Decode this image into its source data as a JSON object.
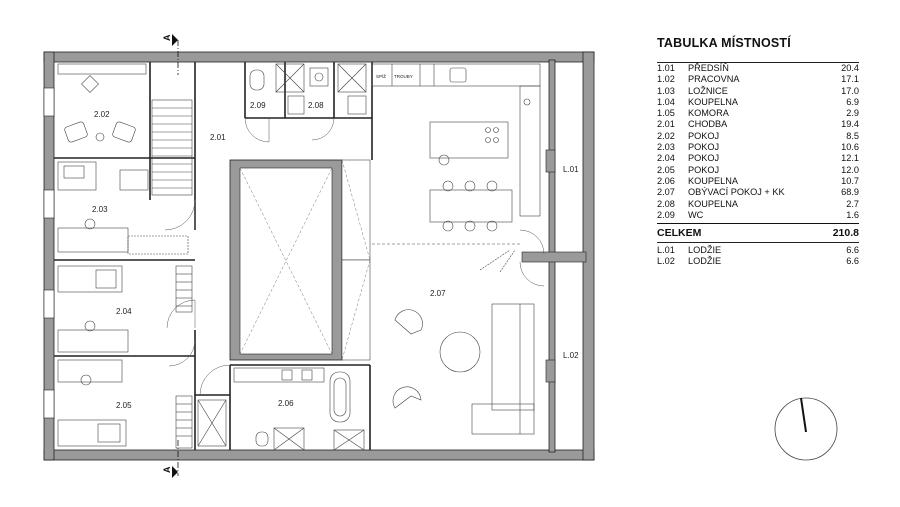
{
  "title": "TABULKA MÍSTNOSTÍ",
  "rooms": [
    {
      "code": "1.01",
      "name": "PŘEDSÍŇ",
      "area": "20.4"
    },
    {
      "code": "1.02",
      "name": "PRACOVNA",
      "area": "17.1"
    },
    {
      "code": "1.03",
      "name": "LOŽNICE",
      "area": "17.0"
    },
    {
      "code": "1.04",
      "name": "KOUPELNA",
      "area": "6.9"
    },
    {
      "code": "1.05",
      "name": "KOMORA",
      "area": "2.9"
    },
    {
      "code": "2.01",
      "name": "CHODBA",
      "area": "19.4"
    },
    {
      "code": "2.02",
      "name": "POKOJ",
      "area": "8.5"
    },
    {
      "code": "2.03",
      "name": "POKOJ",
      "area": "10.6"
    },
    {
      "code": "2.04",
      "name": "POKOJ",
      "area": "12.1"
    },
    {
      "code": "2.05",
      "name": "POKOJ",
      "area": "12.0"
    },
    {
      "code": "2.06",
      "name": "KOUPELNA",
      "area": "10.7"
    },
    {
      "code": "2.07",
      "name": "OBÝVACÍ POKOJ + KK",
      "area": "68.9"
    },
    {
      "code": "2.08",
      "name": "KOUPELNA",
      "area": "2.7"
    },
    {
      "code": "2.09",
      "name": "WC",
      "area": "1.6"
    }
  ],
  "total": {
    "label": "CELKEM",
    "area": "210.8"
  },
  "loggias": [
    {
      "code": "L.01",
      "name": "LODŽIE",
      "area": "6.6"
    },
    {
      "code": "L.02",
      "name": "LODŽIE",
      "area": "6.6"
    }
  ],
  "plan": {
    "section_mark": "A",
    "appliance_labels": {
      "fridge": "SPÍŽ",
      "ovens": "TROUBY"
    },
    "labels": {
      "r202": "2.02",
      "r203": "2.03",
      "r204": "2.04",
      "r205": "2.05",
      "r201": "2.01",
      "r209": "2.09",
      "r208": "2.08",
      "r206": "2.06",
      "r207": "2.07",
      "l01": "L.01",
      "l02": "L.02"
    }
  },
  "colors": {
    "wall": "#9a9a9a",
    "wall_outline": "#222222",
    "line": "#444444",
    "compass_needle": "#111111"
  }
}
